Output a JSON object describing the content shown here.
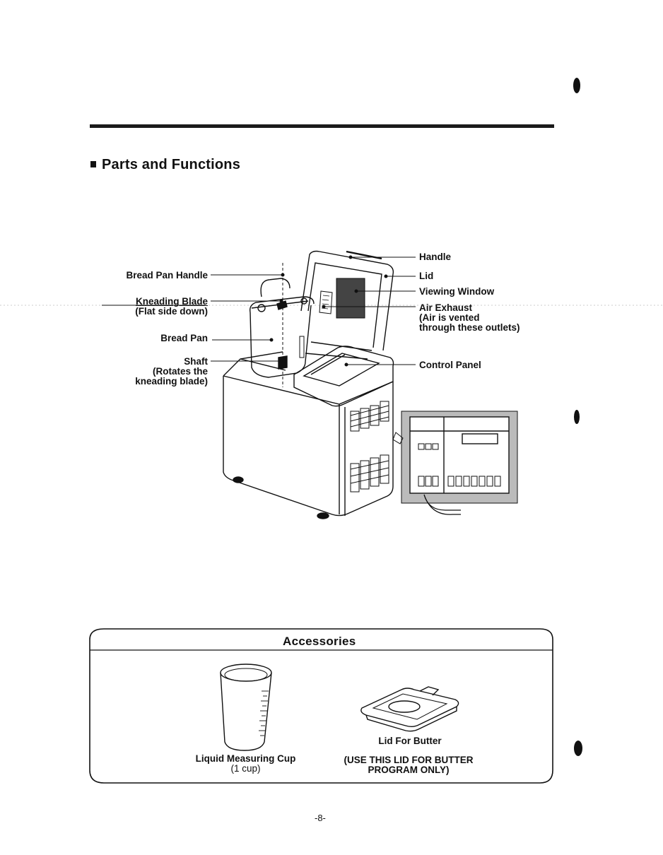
{
  "section": {
    "title": "Parts and Functions"
  },
  "parts": {
    "bread_pan_handle": "Bread Pan Handle",
    "kneading_blade": "Kneading Blade",
    "kneading_blade_note": "(Flat side down)",
    "bread_pan": "Bread Pan",
    "shaft": "Shaft",
    "shaft_note_1": "(Rotates the",
    "shaft_note_2": "kneading blade)",
    "handle": "Handle",
    "lid": "Lid",
    "viewing_window": "Viewing Window",
    "air_exhaust": "Air Exhaust",
    "air_exhaust_note_1": "(Air is vented",
    "air_exhaust_note_2": "through these outlets)",
    "control_panel": "Control Panel"
  },
  "accessories": {
    "title": "Accessories",
    "cup_label": "Liquid Measuring Cup",
    "cup_note": "(1 cup)",
    "butter_lid_label": "Lid For Butter",
    "butter_lid_note_1": "(USE THIS LID FOR BUTTER",
    "butter_lid_note_2": "PROGRAM ONLY)"
  },
  "footer": {
    "page_number": "-8-"
  }
}
